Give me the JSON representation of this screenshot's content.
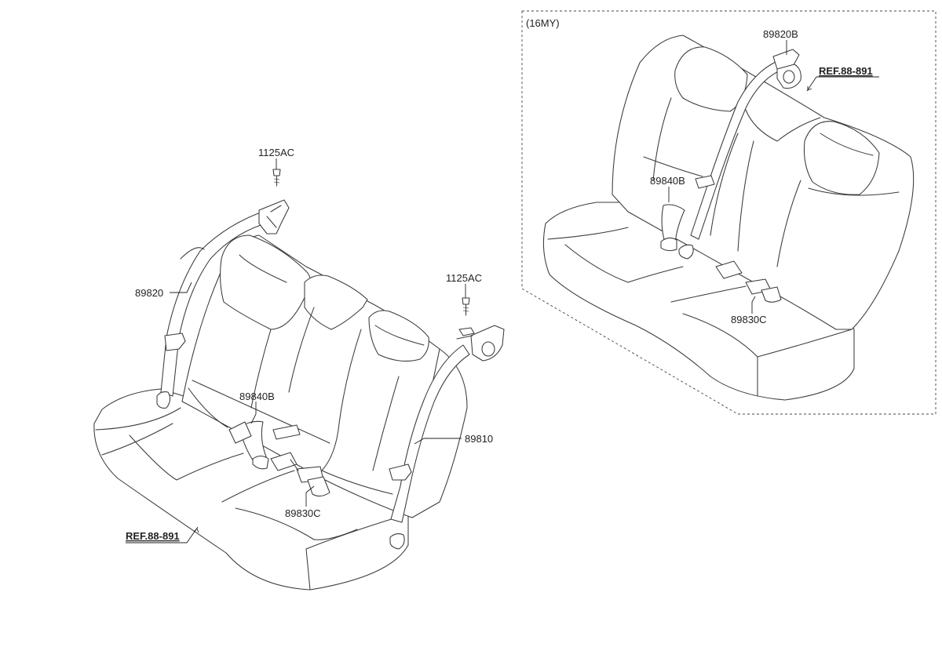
{
  "variant_label": "(16MY)",
  "labels": {
    "bolt_left": "1125AC",
    "bolt_right": "1125AC",
    "belt_left": "89820",
    "belt_right": "89810",
    "buckle_center": "89840B",
    "buckle_pair": "89830C",
    "ref_main": "REF.88-891",
    "inset_belt": "89820B",
    "inset_ref": "REF.88-891",
    "inset_buckle_center": "89840B",
    "inset_buckle_pair": "89830C"
  }
}
